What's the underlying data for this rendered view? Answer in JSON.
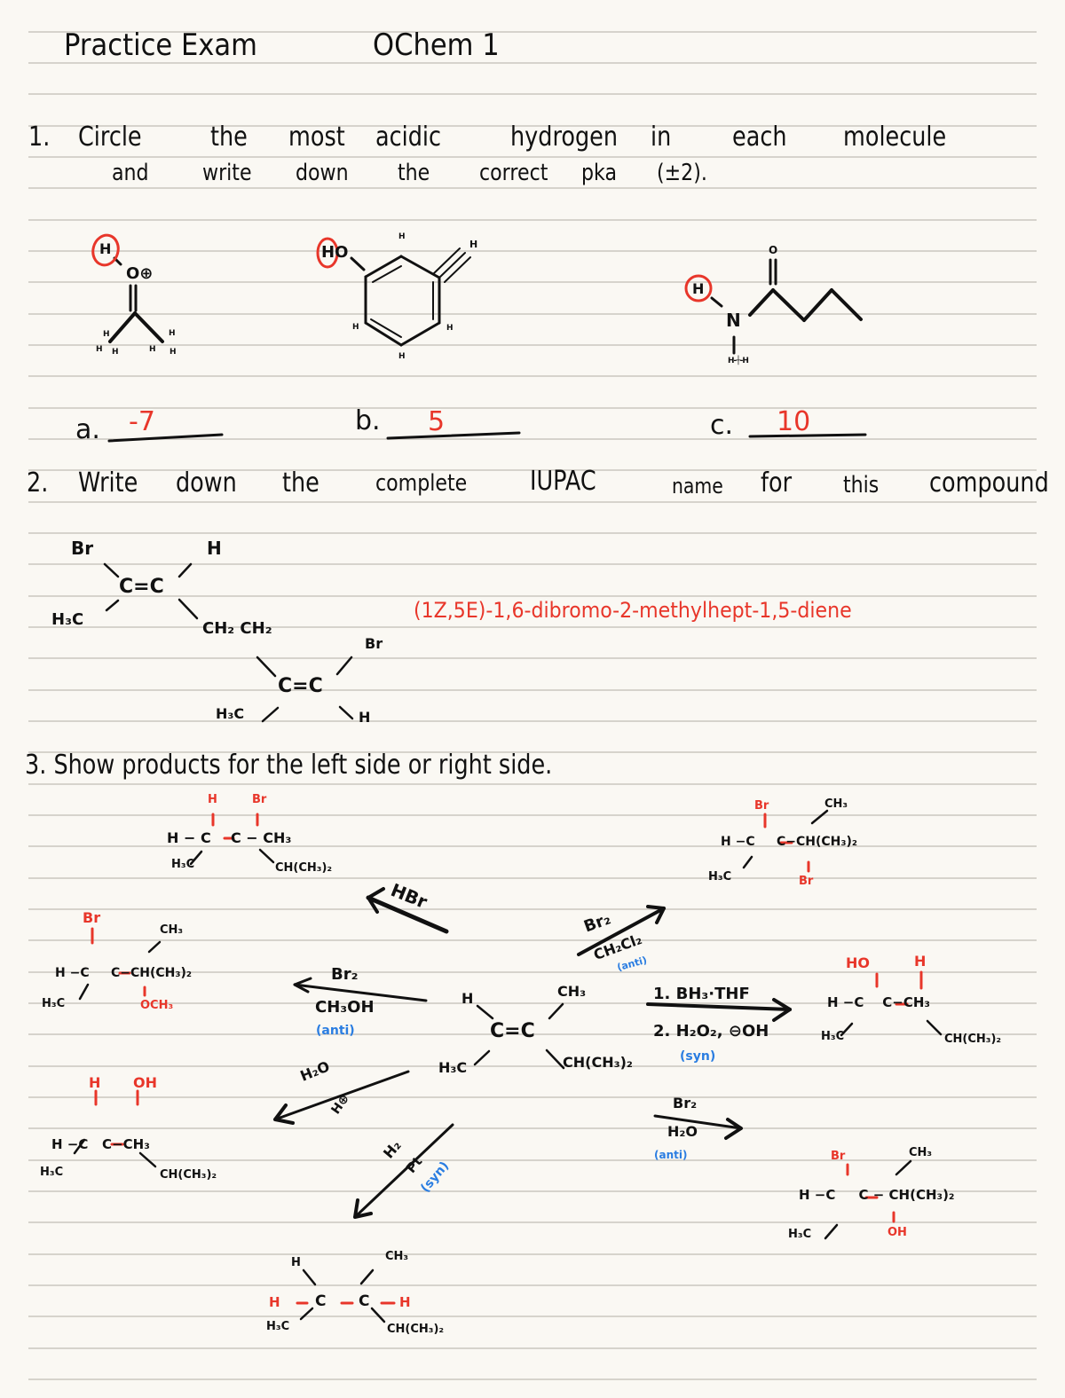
{
  "header": {
    "title_left": "Practice Exam",
    "title_right": "OChem 1"
  },
  "question1": {
    "number": "1.",
    "prompt_line1": [
      "Circle",
      "the",
      "most",
      "acidic",
      "hydrogen",
      "in",
      "each",
      "molecule"
    ],
    "prompt_line2": [
      "and",
      "write",
      "down",
      "the",
      "correct",
      "pka",
      "(±2)."
    ],
    "molecules": [
      {
        "label": "a.",
        "answer": "-7",
        "description": "protonated acetone (oxonium)",
        "circled_atom": "H",
        "atoms": [
          "H",
          "O⊕",
          "H",
          "H",
          "H",
          "H",
          "H",
          "H"
        ]
      },
      {
        "label": "b.",
        "answer": "5",
        "description": "3-ethynylphenol",
        "circled_atom": "H",
        "atoms": [
          "HO",
          "H",
          "H",
          "H",
          "H",
          "H"
        ]
      },
      {
        "label": "c.",
        "answer": "10",
        "description": "N-methylbutanamide",
        "circled_atom": "H",
        "atoms": [
          "H",
          "N",
          "O",
          "H"
        ]
      }
    ]
  },
  "question2": {
    "number": "2.",
    "prompt": [
      "Write",
      "down",
      "the",
      "complete",
      "IUPAC",
      "name",
      "for",
      "this",
      "compound"
    ],
    "structure_labels": {
      "br1": "Br",
      "h1": "H",
      "c1": "C=C",
      "h3c1": "H₃C",
      "chain": "CH₂ CH₂",
      "br2": "Br",
      "c2": "C=C",
      "h3c2": "H₃C",
      "h2": "H"
    },
    "answer": "(1Z,5E)-1,6-dibromo-2-methylhept-1,5-diene"
  },
  "question3": {
    "number": "3.",
    "prompt": "Show products for the left side or right side.",
    "starting_material": {
      "h": "H",
      "ch3": "CH₃",
      "cc": "C=C",
      "h3c": "H₃C",
      "ipr": "CH(CH₃)₂"
    },
    "reactions": [
      {
        "id": "hbr",
        "reagent_top": "HBr",
        "reagent_bottom": "",
        "note": ""
      },
      {
        "id": "br2_ch3oh",
        "reagent_top": "Br₂",
        "reagent_bottom": "CH₃OH",
        "note": "(anti)"
      },
      {
        "id": "h2o_h3o",
        "reagent_top": "H₂O",
        "reagent_bottom": "H⊕",
        "note": ""
      },
      {
        "id": "h2_pt",
        "reagent_top": "H₂",
        "reagent_bottom": "Pt",
        "note": "(syn)"
      },
      {
        "id": "br2_ch2cl2",
        "reagent_top": "Br₂",
        "reagent_bottom": "CH₂Cl₂",
        "note": "(anti)"
      },
      {
        "id": "hydroboration",
        "reagent_top": "1. BH₃·THF",
        "reagent_bottom": "2. H₂O₂, ⊖OH",
        "note": "(syn)"
      },
      {
        "id": "br2_h2o",
        "reagent_top": "Br₂",
        "reagent_bottom": "H₂O",
        "note": "(anti)"
      }
    ],
    "products": {
      "hbr": {
        "top_left": "H",
        "top_right": "Br",
        "left": "H",
        "c1": "C",
        "c2": "C",
        "right": "CH₃",
        "bottom_left": "H₃C",
        "bottom_right": "CH(CH₃)₂"
      },
      "br2_ch3oh": {
        "top_left": "Br",
        "top_right": "CH₃",
        "left": "H",
        "c1": "C",
        "c2": "C",
        "right": "CH(CH₃)₂",
        "bottom_left": "H₃C",
        "bottom_right": "OCH₃"
      },
      "h2o_h3o": {
        "top_left": "H",
        "top_right": "OH",
        "left": "H",
        "c1": "C",
        "c2": "C",
        "right": "CH₃",
        "bottom_left": "H₃C",
        "bottom_right": "CH(CH₃)₂"
      },
      "h2_pt": {
        "top_left": "H",
        "top_right": "CH₃",
        "left": "H",
        "c1": "C",
        "c2": "C",
        "right": "H",
        "bottom_left": "H₃C",
        "bottom_right": "CH(CH₃)₂"
      },
      "br2_ch2cl2": {
        "top_left": "Br",
        "top_right": "CH₃",
        "left": "H",
        "c1": "C",
        "c2": "C",
        "right": "CH(CH₃)₂",
        "bottom_left": "H₃C",
        "bottom_right": "Br"
      },
      "hydroboration": {
        "top_left": "HO",
        "top_right": "H",
        "left": "H",
        "c1": "C",
        "c2": "C",
        "right": "CH₃",
        "bottom_left": "H₃C",
        "bottom_right": "CH(CH₃)₂"
      },
      "br2_h2o": {
        "top_left": "Br",
        "top_right": "CH₃",
        "left": "H",
        "c1": "C",
        "c2": "C",
        "right": "CH(CH₃)₂",
        "bottom_left": "H₃C",
        "bottom_right": "OH"
      }
    }
  },
  "colors": {
    "paper": "#faf8f3",
    "rule": "#d6d3cc",
    "ink": "#111111",
    "answer_red": "#e8362a",
    "note_blue": "#2a7de1"
  }
}
